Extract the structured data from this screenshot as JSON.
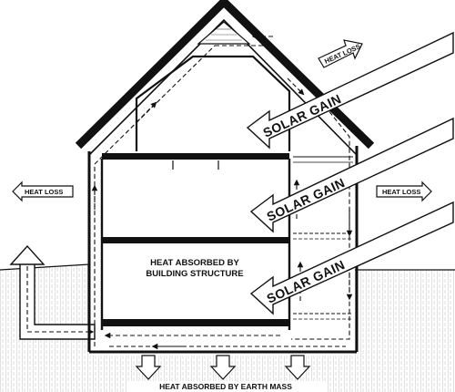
{
  "labels": {
    "heat_loss_roof": "HEAT LOSS",
    "heat_loss_left": "HEAT LOSS",
    "heat_loss_right": "HEAT LOSS",
    "solar_gain_top": "SOLAR GAIN",
    "solar_gain_middle": "SOLAR GAIN",
    "solar_gain_bottom": "SOLAR GAIN",
    "structure_line1": "HEAT ABSORBED BY",
    "structure_line2": "BUILDING STRUCTURE",
    "earth_mass": "HEAT ABSORBED BY EARTH MASS"
  }
}
